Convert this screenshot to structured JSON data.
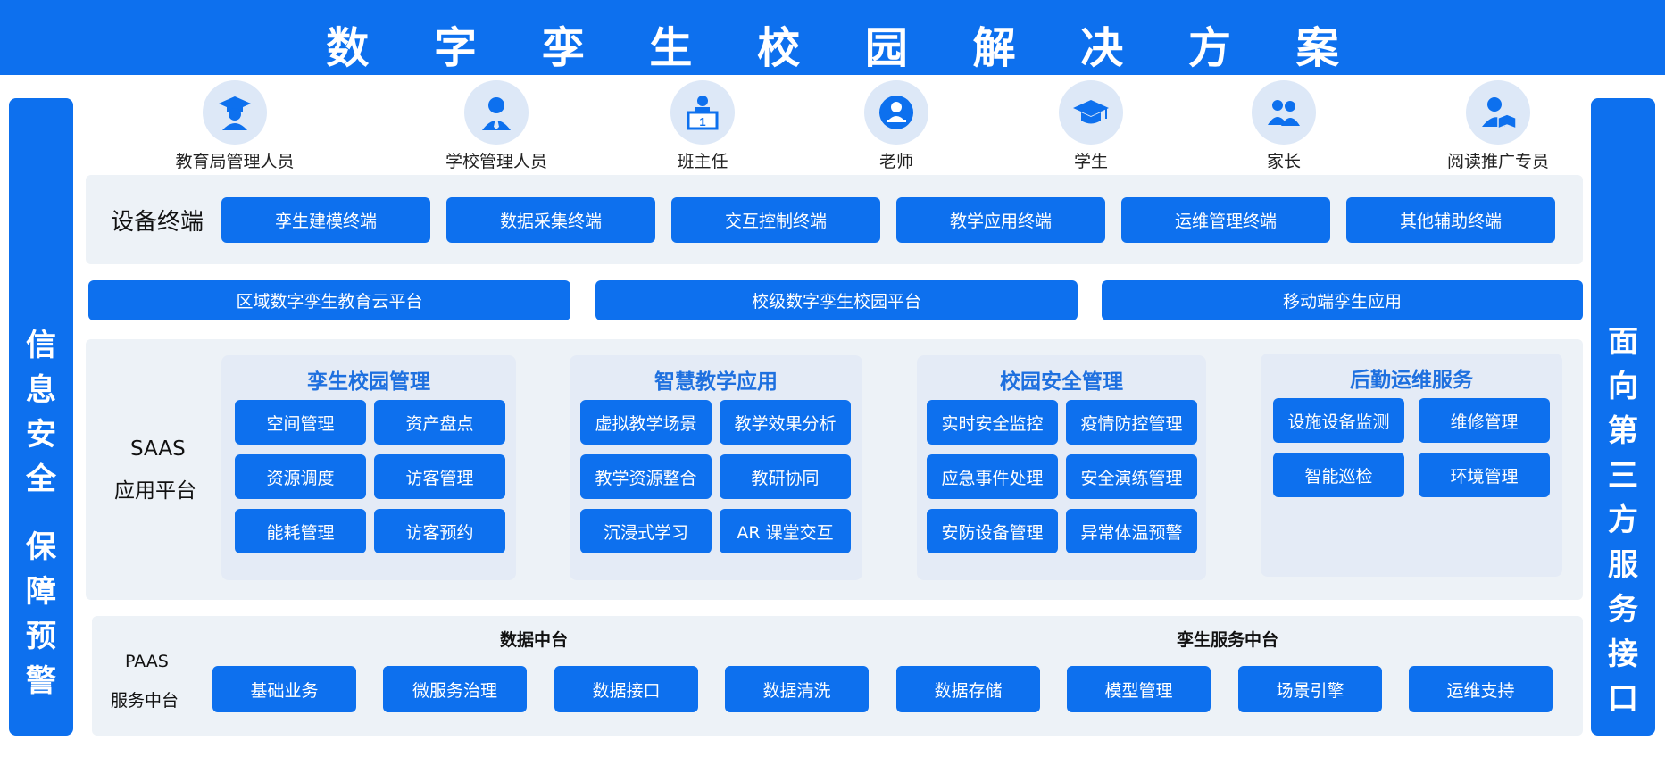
{
  "title": "数 字 孪 生 校 园 解 决 方 案",
  "left_bar": {
    "lines": [
      "信",
      "息",
      "安",
      "全",
      "",
      "保",
      "障",
      "预",
      "警"
    ]
  },
  "right_bar": {
    "lines": [
      "面",
      "向",
      "第",
      "三",
      "方",
      "服",
      "务",
      "接",
      "口"
    ]
  },
  "roles": [
    {
      "label": "教育局管理人员",
      "icon": "graduation-person-icon"
    },
    {
      "label": "学校管理人员",
      "icon": "admin-person-icon"
    },
    {
      "label": "班主任",
      "icon": "podium-teacher-icon"
    },
    {
      "label": "老师",
      "icon": "teacher-icon"
    },
    {
      "label": "学生",
      "icon": "student-cap-icon"
    },
    {
      "label": "家长",
      "icon": "parents-icon"
    },
    {
      "label": "阅读推广专员",
      "icon": "reader-icon"
    }
  ],
  "terminals": {
    "label": "设备终端",
    "items": [
      "孪生建模终端",
      "数据采集终端",
      "交互控制终端",
      "教学应用终端",
      "运维管理终端",
      "其他辅助终端"
    ]
  },
  "platforms": [
    "区域数字孪生教育云平台",
    "校级数字孪生校园平台",
    "移动端孪生应用"
  ],
  "saas": {
    "label_line1": "SAAS",
    "label_line2": "应用平台",
    "groups": [
      {
        "title": "孪生校园管理",
        "items": [
          "空间管理",
          "资产盘点",
          "资源调度",
          "访客管理",
          "能耗管理",
          "访客预约"
        ]
      },
      {
        "title": "智慧教学应用",
        "items": [
          "虚拟教学场景",
          "教学效果分析",
          "教学资源整合",
          "教研协同",
          "沉浸式学习",
          "AR 课堂交互"
        ]
      },
      {
        "title": "校园安全管理",
        "items": [
          "实时安全监控",
          "疫情防控管理",
          "应急事件处理",
          "安全演练管理",
          "安防设备管理",
          "异常体温预警"
        ]
      },
      {
        "title": "后勤运维服务",
        "items": [
          "设施设备监测",
          "维修管理",
          "智能巡检",
          "环境管理"
        ]
      }
    ]
  },
  "paas": {
    "label_line1": "PAAS",
    "label_line2": "服务中台",
    "data_center": "数据中台",
    "twin_center": "孪生服务中台",
    "items": [
      "基础业务",
      "微服务治理",
      "数据接口",
      "数据清洗",
      "数据存储",
      "模型管理",
      "场景引擎",
      "运维支持"
    ]
  },
  "colors": {
    "primary": "#0d70ee",
    "panel": "#edf2f7",
    "group": "#e4ebf6",
    "group_title": "#1e70df"
  }
}
